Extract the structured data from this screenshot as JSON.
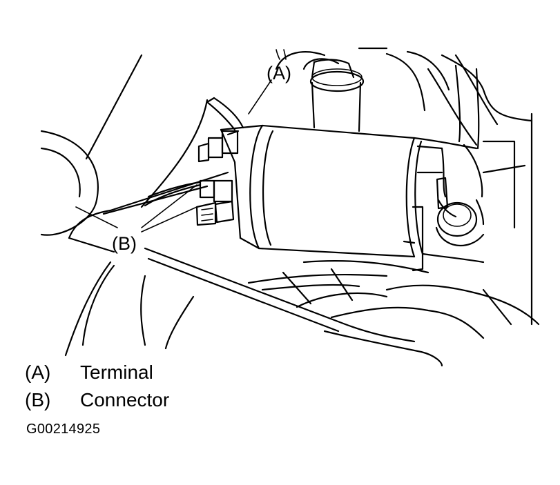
{
  "callouts": {
    "a": "(A)",
    "b": "(B)"
  },
  "legend": [
    {
      "code": "(A)",
      "label": "Terminal"
    },
    {
      "code": "(B)",
      "label": "Connector"
    }
  ],
  "figure_id": "G00214925"
}
